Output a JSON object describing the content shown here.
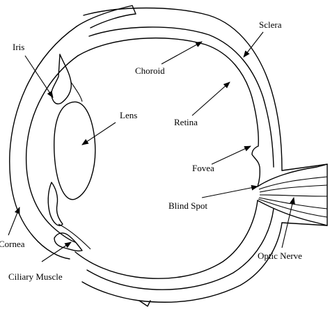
{
  "diagram": {
    "labels": {
      "sclera": "Sclera",
      "iris": "Iris",
      "choroid": "Choroid",
      "lens": "Lens",
      "retina": "Retina",
      "fovea": "Fovea",
      "blind_spot": "Blind Spot",
      "cornea": "Cornea",
      "optic_nerve": "Optic Nerve",
      "ciliary_muscle": "Ciliary Muscle"
    }
  }
}
